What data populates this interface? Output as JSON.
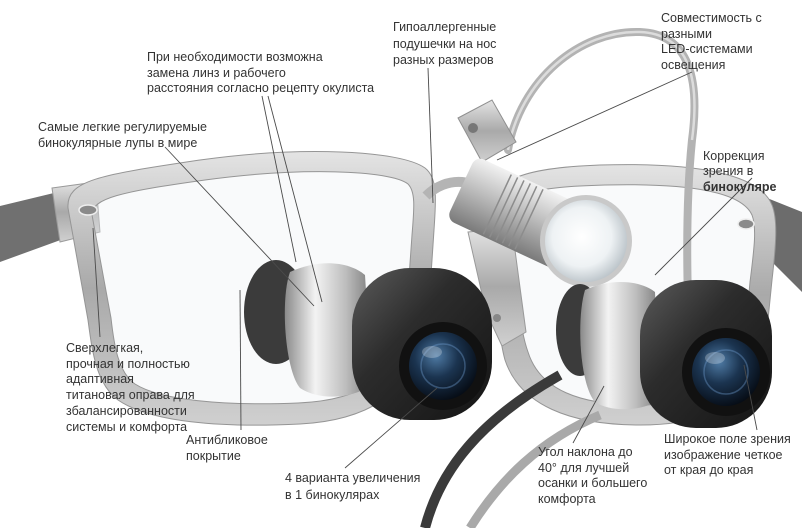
{
  "labels": {
    "lens_replacement": "При необходимости возможна\nзамена линз и рабочего\nрасстояния согласно рецепту окулиста",
    "nose_pads": "Гипоаллергенные\nподушечки на нос\nразных размеров",
    "led_compat": "Совместимость с\nразными\nLED-системами\nосвещения",
    "lightest": "Самые легкие регулируемые\nбинокулярные лупы в мире",
    "correction": "Коррекция\nзрения в",
    "correction_bold": "бинокуляре",
    "frame": "Сверхлегкая,\nпрочная и полностью\nадаптивная\nтитановая оправа для\nзбалансированности\nсистемы и комфорта",
    "antiglare": "Антибликовое\nпокрытие",
    "magnification": "4 варианта увеличения\nв 1 бинокулярах",
    "tilt": "Угол наклона до\n40° для лучшей\nосанки и большего\nкомфорта",
    "field_of_view": "Широкое поле зрения\nизображение четкое\nот края до края"
  },
  "colors": {
    "text": "#333333",
    "callout_line": "#4a4a4a",
    "frame_metal": "#b8b8b8",
    "loupe_black": "#2b2b2b",
    "lens_blue": "#1d3552",
    "cable_gray": "#b3b3b3",
    "cable_dark": "#3a3a3a"
  }
}
